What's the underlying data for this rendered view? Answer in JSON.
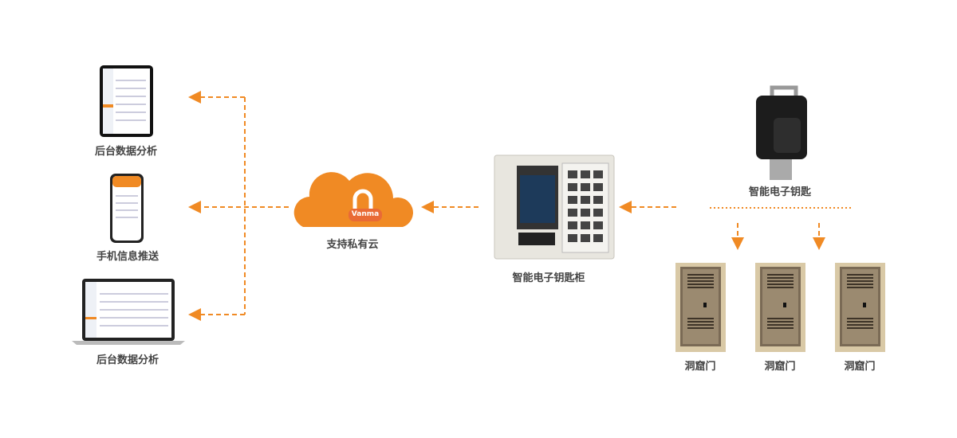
{
  "accent_color": "#F08A24",
  "nodes": {
    "tablet": {
      "label": "后台数据分析"
    },
    "phone": {
      "label": "手机信息推送"
    },
    "laptop": {
      "label": "后台数据分析"
    },
    "cloud": {
      "label": "支持私有云",
      "logo": "Vanma"
    },
    "cabinet": {
      "label": "智能电子钥匙柜"
    },
    "key": {
      "label": "智能电子钥匙"
    },
    "doors": [
      {
        "label": "洞窟门"
      },
      {
        "label": "洞窟门"
      },
      {
        "label": "洞窟门"
      }
    ]
  }
}
